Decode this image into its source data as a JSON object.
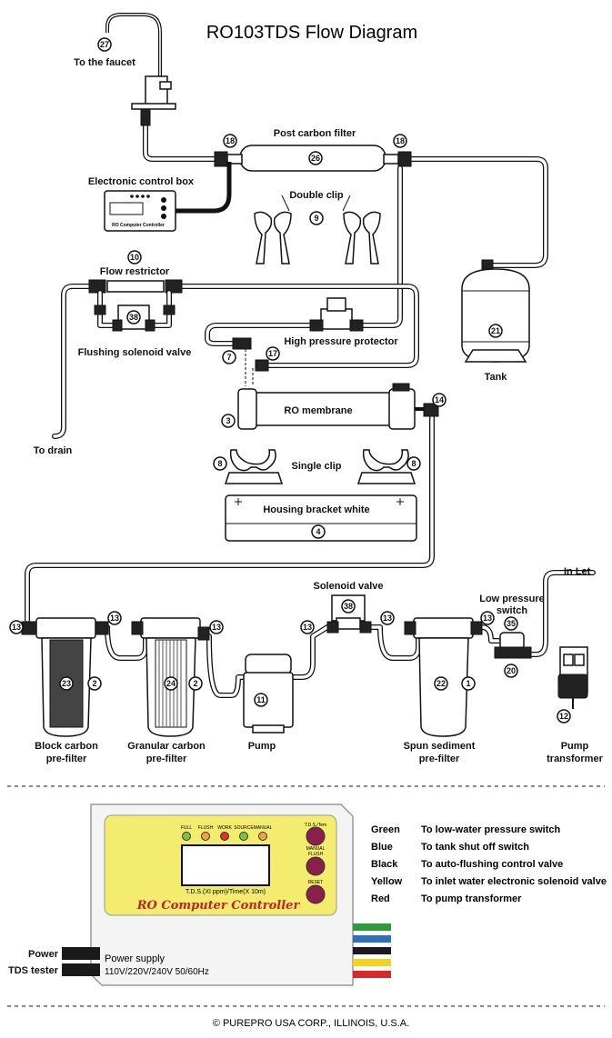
{
  "title": "RO103TDS Flow Diagram",
  "labels": {
    "faucet": "To the faucet",
    "post_carbon": "Post carbon filter",
    "control_box": "Electronic control box",
    "double_clip": "Double clip",
    "flow_restrictor": "Flow restrictor",
    "flushing_valve": "Flushing solenoid valve",
    "high_pressure": "High pressure protector",
    "tank": "Tank",
    "ro_membrane": "RO membrane",
    "to_drain": "To drain",
    "single_clip": "Single clip",
    "housing_bracket": "Housing bracket white",
    "in_let": "In Let",
    "solenoid_valve": "Solenoid valve",
    "low_pressure_1": "Low pressure",
    "low_pressure_2": "switch",
    "block_carbon_1": "Block carbon",
    "block_carbon_2": "pre-filter",
    "granular_carbon_1": "Granular carbon",
    "granular_carbon_2": "pre-filter",
    "pump": "Pump",
    "spun_sediment_1": "Spun sediment",
    "spun_sediment_2": "pre-filter",
    "pump_transformer_1": "Pump",
    "pump_transformer_2": "transformer",
    "box_mini": "RO Computer Controller"
  },
  "numbers": {
    "n27": "27",
    "n18a": "18",
    "n26": "26",
    "n18b": "18",
    "n9": "9",
    "n10": "10",
    "n38a": "38",
    "n21": "21",
    "n7": "7",
    "n17": "17",
    "n3": "3",
    "n14": "14",
    "n8a": "8",
    "n8b": "8",
    "n4": "4",
    "n38b": "38",
    "n35": "35",
    "n20": "20",
    "n13a": "13",
    "n13b": "13",
    "n13c": "13",
    "n13d": "13",
    "n13e": "13",
    "n13f": "13",
    "n23": "23",
    "n2a": "2",
    "n24": "24",
    "n2b": "2",
    "n11": "11",
    "n22": "22",
    "n1": "1",
    "n12": "12"
  },
  "controller": {
    "leds": [
      "FULL",
      "FLUSH",
      "WORK",
      "SOURCE",
      "MANUAL"
    ],
    "led_colors": [
      "#7cc242",
      "#f2a33a",
      "#e2332a",
      "#7cc242",
      "#f2a33a"
    ],
    "btn_tds": "T.D.S./Tem",
    "btn_manual_1": "MANUAL",
    "btn_manual_2": "FLUSH",
    "btn_reset": "RESET",
    "display_caption": "T.D.S.(XI ppm)/Time(X 10m)",
    "brand": "RO Computer Controller",
    "power": "Power",
    "tds_tester": "TDS tester",
    "supply_1": "Power supply",
    "supply_2": "110V/220V/240V   50/60Hz",
    "panel_color": "#f3ec6e",
    "brand_color": "#c0232b",
    "button_color": "#8a1f4c"
  },
  "legend": [
    {
      "color_name": "Green",
      "desc": "To low-water pressure switch",
      "wire": "#2e9a3e"
    },
    {
      "color_name": "Blue",
      "desc": "To tank shut off switch",
      "wire": "#2d6fc0"
    },
    {
      "color_name": "Black",
      "desc": "To auto-flushing control valve",
      "wire": "#1a1a1a"
    },
    {
      "color_name": "Yellow",
      "desc": "To inlet water electronic solenoid valve",
      "wire": "#f4d31c"
    },
    {
      "color_name": "Red",
      "desc": "To pump transformer",
      "wire": "#d62a2a"
    }
  ],
  "footer": "© PUREPRO USA CORP., ILLINOIS, U.S.A."
}
